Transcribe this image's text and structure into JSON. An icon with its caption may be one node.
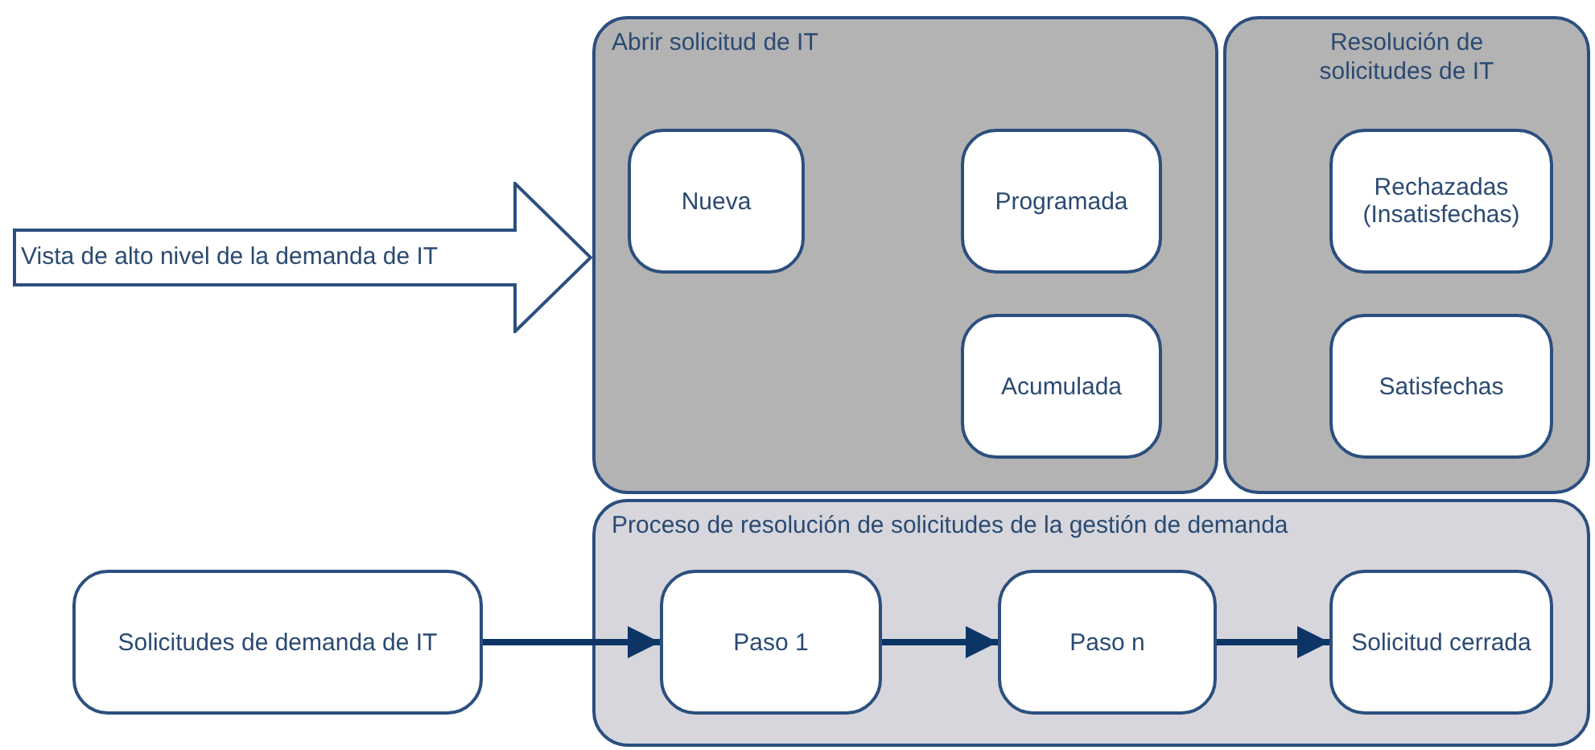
{
  "diagram": {
    "nodes": [
      {
        "text": [
          "Abrir solicitud de IT"
        ]
      },
      {
        "text": [
          "Nueva"
        ],
        "in": 0
      },
      {
        "text": [
          "Programada"
        ],
        "in": 0
      },
      {
        "text": [
          "Acumulada"
        ],
        "in": 0
      },
      {
        "text": [
          "Resolución de solicitudes de IT"
        ]
      },
      {
        "text": [
          "Rechazadas (Insatisfechas)"
        ],
        "in": 4
      },
      {
        "text": [
          "Satisfechas"
        ],
        "in": 4
      },
      {
        "text": [
          "Vista de alto nivel de la demanda de IT"
        ]
      },
      {
        "text": [
          "Proceso de resolución de solicitudes de la gestión de demanda"
        ]
      },
      {
        "text": [
          "Solicitudes de demanda de IT"
        ]
      },
      {
        "text": [
          "Paso 1"
        ],
        "in": 8
      },
      {
        "text": [
          "Paso n"
        ],
        "in": 8
      },
      {
        "text": [
          "Solicitud cerrada"
        ],
        "in": 8
      }
    ],
    "edges": [
      {
        "from": 9,
        "to": 10,
        "arrow": "to"
      },
      {
        "from": 10,
        "to": 11,
        "arrow": "to"
      },
      {
        "from": 11,
        "to": 12,
        "arrow": "to"
      }
    ]
  }
}
